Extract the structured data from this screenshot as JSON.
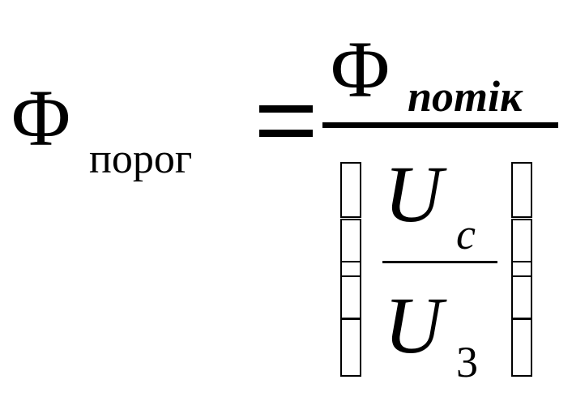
{
  "formula": {
    "lhs": {
      "symbol": "Φ",
      "subscript": "порог"
    },
    "equals": "=",
    "rhs": {
      "numerator": {
        "symbol": "Φ",
        "subscript": "потік"
      },
      "denominator": {
        "inner_fraction": {
          "numerator": {
            "symbol": "U",
            "subscript": "c"
          },
          "denominator": {
            "symbol": "U",
            "subscript": "3"
          }
        },
        "delimiter": "double-bracket"
      }
    }
  }
}
